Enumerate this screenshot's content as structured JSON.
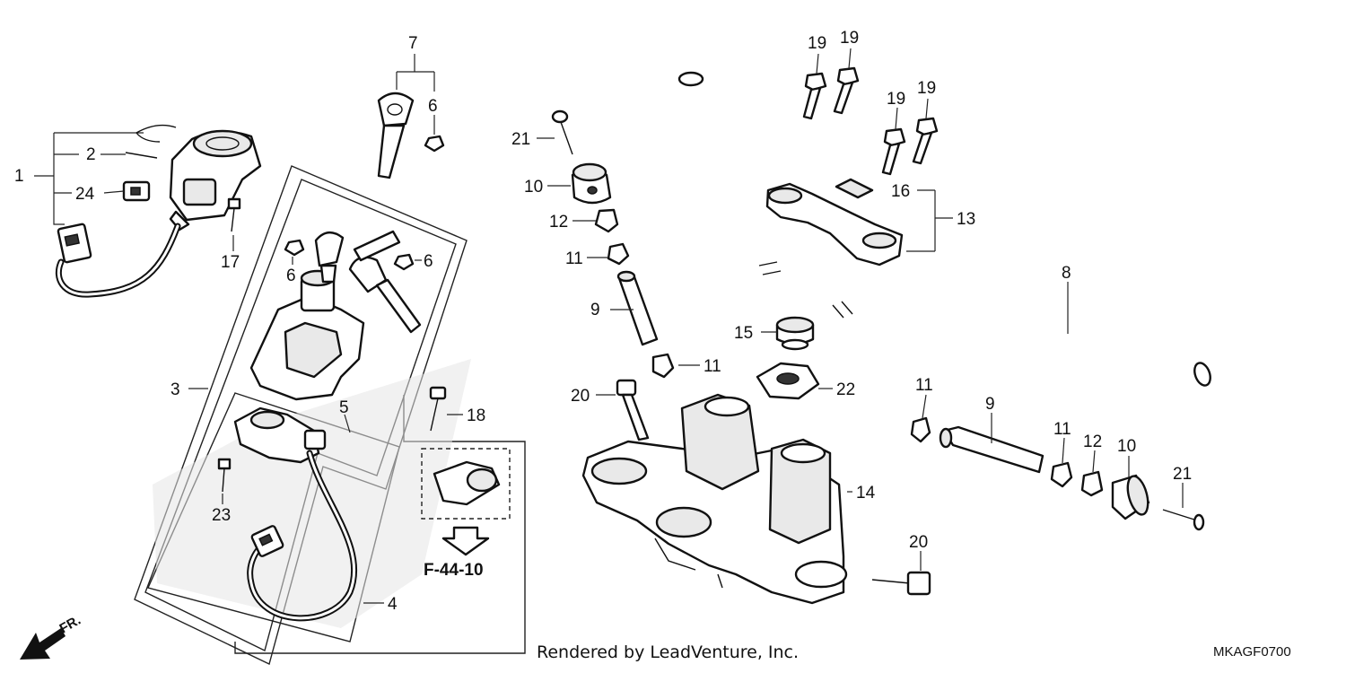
{
  "diagram": {
    "callouts": [
      {
        "id": "c1",
        "label": "1"
      },
      {
        "id": "c2",
        "label": "2"
      },
      {
        "id": "c3",
        "label": "3"
      },
      {
        "id": "c4",
        "label": "4"
      },
      {
        "id": "c5",
        "label": "5"
      },
      {
        "id": "c6a",
        "label": "6"
      },
      {
        "id": "c6b",
        "label": "6"
      },
      {
        "id": "c6c",
        "label": "6"
      },
      {
        "id": "c7",
        "label": "7"
      },
      {
        "id": "c8",
        "label": "8"
      },
      {
        "id": "c9a",
        "label": "9"
      },
      {
        "id": "c9b",
        "label": "9"
      },
      {
        "id": "c10a",
        "label": "10"
      },
      {
        "id": "c10b",
        "label": "10"
      },
      {
        "id": "c11a",
        "label": "11"
      },
      {
        "id": "c11b",
        "label": "11"
      },
      {
        "id": "c11c",
        "label": "11"
      },
      {
        "id": "c11d",
        "label": "11"
      },
      {
        "id": "c12a",
        "label": "12"
      },
      {
        "id": "c12b",
        "label": "12"
      },
      {
        "id": "c13",
        "label": "13"
      },
      {
        "id": "c14",
        "label": "14"
      },
      {
        "id": "c15",
        "label": "15"
      },
      {
        "id": "c16",
        "label": "16"
      },
      {
        "id": "c17",
        "label": "17"
      },
      {
        "id": "c18",
        "label": "18"
      },
      {
        "id": "c19a",
        "label": "19"
      },
      {
        "id": "c19b",
        "label": "19"
      },
      {
        "id": "c19c",
        "label": "19"
      },
      {
        "id": "c19d",
        "label": "19"
      },
      {
        "id": "c20a",
        "label": "20"
      },
      {
        "id": "c20b",
        "label": "20"
      },
      {
        "id": "c21a",
        "label": "21"
      },
      {
        "id": "c21b",
        "label": "21"
      },
      {
        "id": "c22",
        "label": "22"
      },
      {
        "id": "c23",
        "label": "23"
      },
      {
        "id": "c24",
        "label": "24"
      }
    ],
    "reference_label": "F-44-10",
    "direction_label": "FR.",
    "credit_text": "Rendered by LeadVenture, Inc.",
    "diagram_code": "MKAGF0700"
  }
}
